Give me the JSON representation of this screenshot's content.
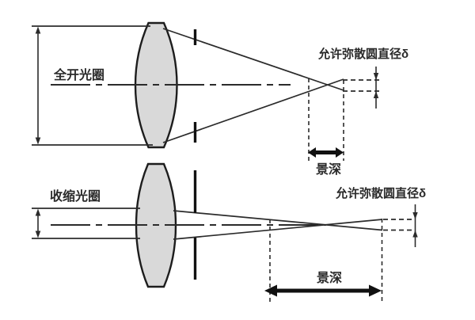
{
  "diagram_type": "depth-of-field-optics-schematic",
  "colors": {
    "line": "#2b2b2b",
    "heavy": "#111111",
    "lens_fill": "#d9d9d9",
    "background": "#ffffff",
    "text": "#2a2a2a"
  },
  "top_diagram": {
    "aperture_label": "全开光圈",
    "coc_label": "允许弥散圆直径δ",
    "dof_label": "景深"
  },
  "bottom_diagram": {
    "aperture_label": "收缩光圈",
    "coc_label": "允许弥散圆直径δ",
    "dof_label": "景深"
  }
}
